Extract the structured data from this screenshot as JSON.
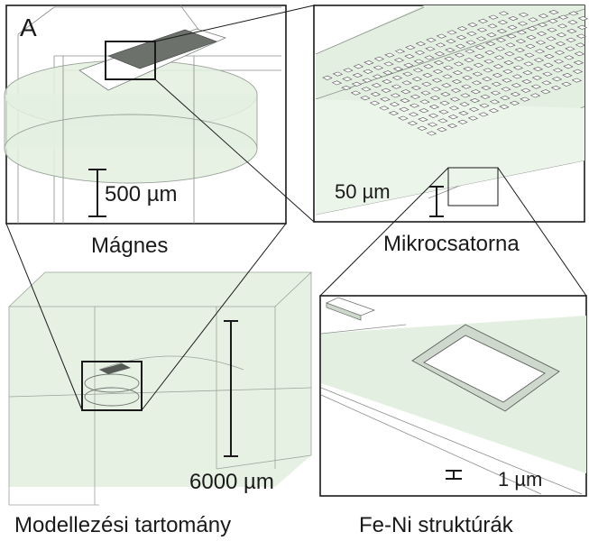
{
  "panel_letter": "A",
  "labels": {
    "magnet": "Mágnes",
    "microchannel": "Mikrocsatorna",
    "domain": "Modellezési tartomány",
    "structures": "Fe-Ni struktúrák"
  },
  "scale_bars": {
    "magnet": "500 µm",
    "microchannel": "50 µm",
    "domain": "6000 µm",
    "structures": "1 µm"
  },
  "colors": {
    "volume_fill": "#e3f0e1",
    "frame": "#1a1a1a",
    "thin_line": "#8a8f8a",
    "square_outline": "#555555",
    "dark_chip": "#555a55"
  }
}
